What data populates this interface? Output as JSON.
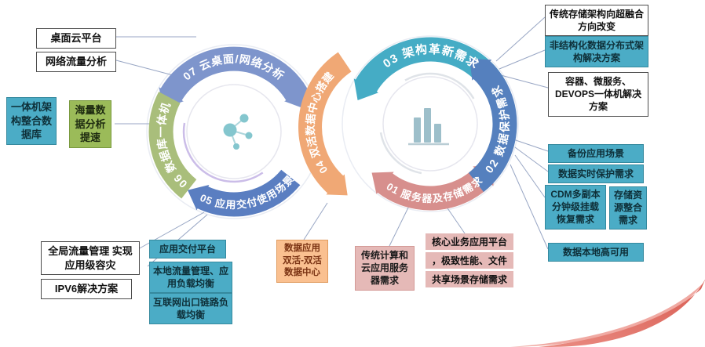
{
  "diagram": {
    "left_ring": {
      "center_icon": "molecule-network-icon",
      "segments": {
        "s07": {
          "label": "07 云桌面/网络分析",
          "color": "#7E95CC"
        },
        "s06": {
          "label": "06 数据库一体机",
          "color": "#A9BE7B"
        },
        "s05": {
          "label": "05 应用交付使用场景",
          "color": "#5A7EC1"
        }
      }
    },
    "right_ring": {
      "center_icon": "bar-chart-icon",
      "segments": {
        "s03": {
          "label": "03 架构革新需求",
          "color": "#45ACC5"
        },
        "s02": {
          "label": "02 数据保护需求",
          "color": "#5580BE"
        },
        "s01": {
          "label": "01 服务器及存储需求",
          "color": "#D78F8D"
        },
        "s04": {
          "label": "04 双活数据中心搭建",
          "color": "#F0A875"
        }
      }
    },
    "boxes": {
      "desktop_cloud": "桌面云平台",
      "network_traffic": "网络流量分析",
      "allinone_db": "一体机架构整合数据库",
      "massive_data": "海量数据分析提速",
      "global_traffic": "全局流量管理 实现应用级容灾",
      "ipv6": "IPV6解决方案",
      "app_delivery": "应用交付平台",
      "local_traffic": "本地流量管理、应用负载均衡",
      "internet_link": "互联网出口链路负载均衡",
      "dual_active": "数据应用双活-双活数据中心",
      "traditional_compute": "传统计算和云应用服务器需求",
      "core_business_lines": [
        "核心业务应用平台",
        "，极致性能、文件",
        "共享场景存储需求"
      ],
      "storage_hyper": "传统存储架构向超融合方向改变",
      "unstructured": "非结构化数据分布式架构解决方案",
      "container_devops": "容器、微服务、DEVOPS一体机解决方案",
      "backup": "备份应用场景",
      "realtime_protect": "数据实时保护需求",
      "cdm": "CDM多副本分钟级挂载恢复需求",
      "storage_integration": "存储资源整合需求",
      "local_ha": "数据本地高可用"
    },
    "palette": {
      "teal_box": "#4BACC6",
      "green_box": "#9BBB59",
      "orange_box": "#FAC090",
      "pink_box": "#E5B9B7",
      "swoosh": "#DC6B61"
    }
  }
}
